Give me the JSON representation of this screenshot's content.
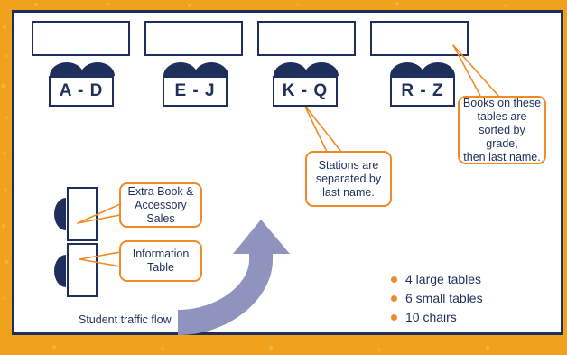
{
  "colors": {
    "frame": "#f1a21c",
    "navy": "#1d2f5a",
    "callout_orange": "#f08a24",
    "arrow": "#8f93bd"
  },
  "stations": [
    {
      "label": "A - D"
    },
    {
      "label": "E - J"
    },
    {
      "label": "K - Q"
    },
    {
      "label": "R - Z"
    }
  ],
  "callouts": {
    "sorted": "Books on these\ntables are\nsorted by grade,\nthen last name.",
    "separated": "Stations are\nseparated by\nlast name.",
    "extra_sales": "Extra Book &\nAccessory\nSales",
    "information": "Information\nTable"
  },
  "traffic_label": "Student traffic flow",
  "arrow_icon": "curved-up-arrow-icon",
  "legend": [
    {
      "text": "4 large tables"
    },
    {
      "text": "6 small tables"
    },
    {
      "text": "10 chairs"
    }
  ]
}
